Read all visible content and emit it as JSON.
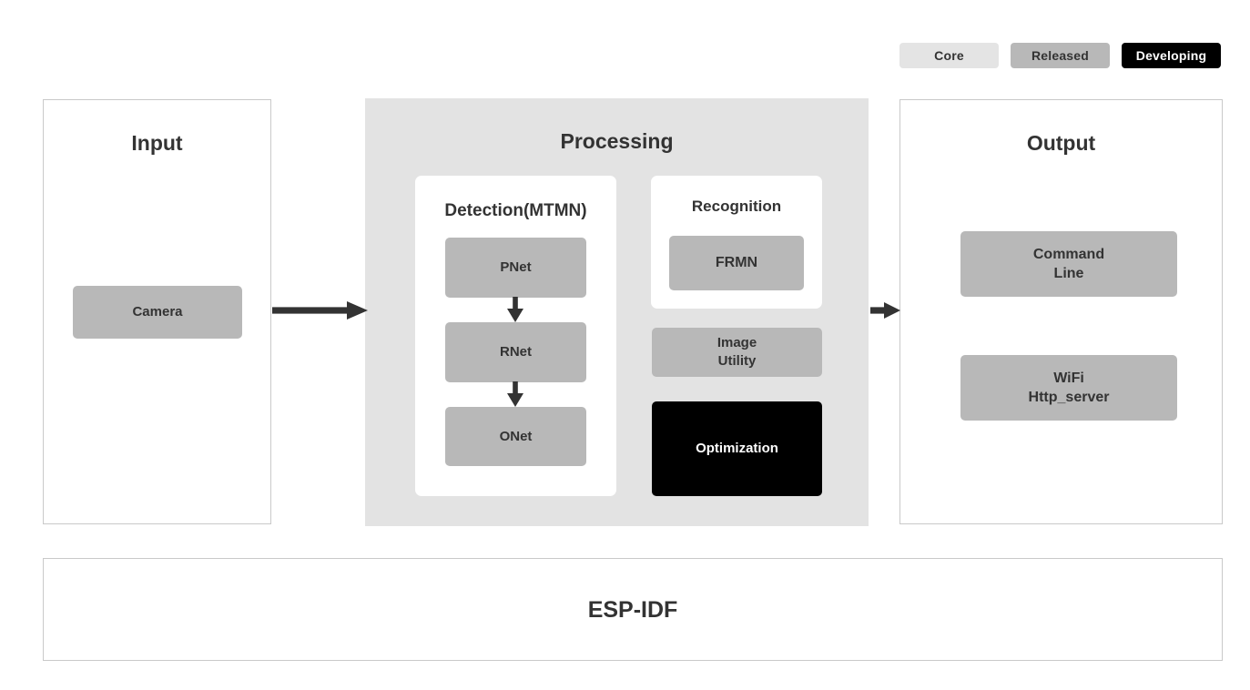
{
  "legend": {
    "items": [
      {
        "label": "Core",
        "color": "#e4e4e4",
        "text_color": "#333333"
      },
      {
        "label": "Released",
        "color": "#b8b8b8",
        "text_color": "#333333"
      },
      {
        "label": "Developing",
        "color": "#000000",
        "text_color": "#ffffff"
      }
    ]
  },
  "input": {
    "title": "Input",
    "blocks": [
      {
        "label": "Camera",
        "status": "Released"
      }
    ]
  },
  "processing": {
    "title": "Processing",
    "detection": {
      "title": "Detection(MTMN)",
      "blocks": [
        {
          "label": "PNet",
          "status": "Released"
        },
        {
          "label": "RNet",
          "status": "Released"
        },
        {
          "label": "ONet",
          "status": "Released"
        }
      ]
    },
    "recognition": {
      "title": "Recognition",
      "blocks": [
        {
          "label": "FRMN",
          "status": "Released"
        }
      ]
    },
    "blocks": [
      {
        "label_line1": "Image",
        "label_line2": "Utility",
        "status": "Released"
      },
      {
        "label_line1": "Optimization",
        "label_line2": "",
        "status": "Developing"
      }
    ]
  },
  "output": {
    "title": "Output",
    "blocks": [
      {
        "label_line1": "Command",
        "label_line2": "Line",
        "status": "Released"
      },
      {
        "label_line1": "WiFi",
        "label_line2": "Http_server",
        "status": "Released"
      }
    ]
  },
  "foundation": {
    "label": "ESP-IDF"
  },
  "flow": {
    "arrows": [
      {
        "from": "Input",
        "to": "Processing",
        "direction": "right"
      },
      {
        "from": "Processing",
        "to": "Output",
        "direction": "right"
      },
      {
        "from": "PNet",
        "to": "RNet",
        "direction": "down"
      },
      {
        "from": "RNet",
        "to": "ONet",
        "direction": "down"
      }
    ]
  },
  "colors": {
    "core": "#e4e4e4",
    "released": "#b8b8b8",
    "developing": "#000000",
    "panel_border": "#c9c9c9",
    "text": "#333333",
    "arrow": "#333333"
  }
}
